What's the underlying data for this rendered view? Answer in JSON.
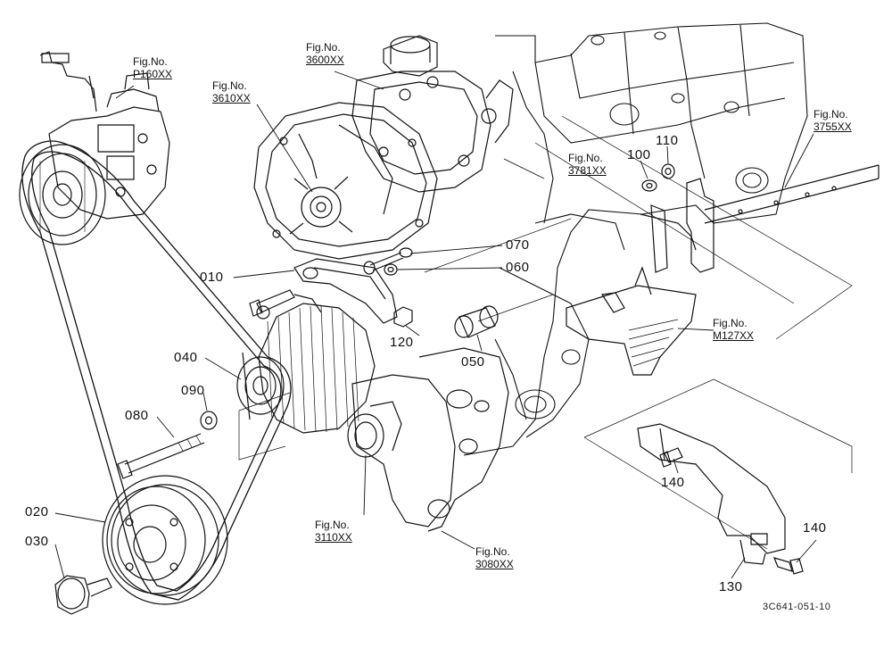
{
  "parts": [
    {
      "id": "p010",
      "label": "010"
    },
    {
      "id": "p020",
      "label": "020"
    },
    {
      "id": "p030",
      "label": "030"
    },
    {
      "id": "p040",
      "label": "040"
    },
    {
      "id": "p050",
      "label": "050"
    },
    {
      "id": "p060",
      "label": "060"
    },
    {
      "id": "p070",
      "label": "070"
    },
    {
      "id": "p080",
      "label": "080"
    },
    {
      "id": "p090",
      "label": "090"
    },
    {
      "id": "p100",
      "label": "100"
    },
    {
      "id": "p110",
      "label": "110"
    },
    {
      "id": "p120",
      "label": "120"
    },
    {
      "id": "p130",
      "label": "130"
    },
    {
      "id": "p140a",
      "label": "140"
    },
    {
      "id": "p140b",
      "label": "140"
    }
  ],
  "figure_refs": [
    {
      "id": "P160",
      "line1": "Fig.No.",
      "line2": "P160XX"
    },
    {
      "id": "3600",
      "line1": "Fig.No.",
      "line2": "3600XX"
    },
    {
      "id": "3610",
      "line1": "Fig.No.",
      "line2": "3610XX"
    },
    {
      "id": "3781",
      "line1": "Fig.No.",
      "line2": "3781XX"
    },
    {
      "id": "3755",
      "line1": "Fig.No.",
      "line2": "3755XX"
    },
    {
      "id": "M127",
      "line1": "Fig.No.",
      "line2": "M127XX"
    },
    {
      "id": "3110",
      "line1": "Fig.No.",
      "line2": "3110XX"
    },
    {
      "id": "3080",
      "line1": "Fig.No.",
      "line2": "3080XX"
    }
  ],
  "drawing_code": "3C641-051-10"
}
